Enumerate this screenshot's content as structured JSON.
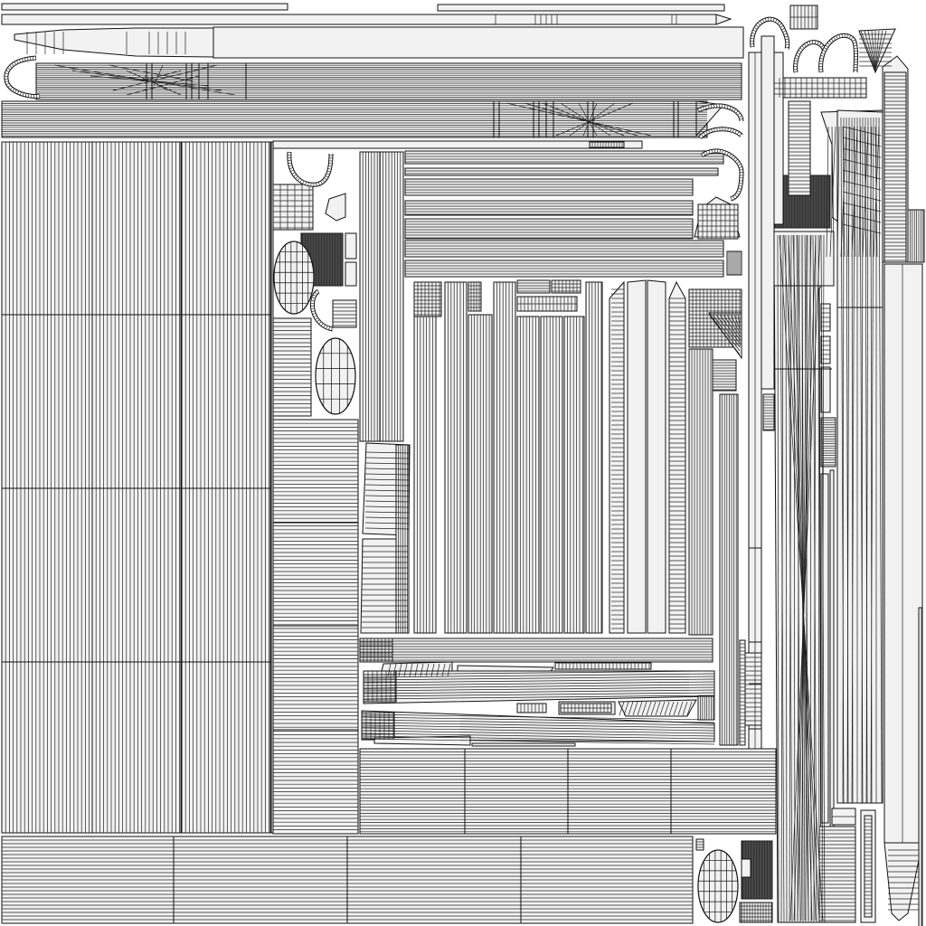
{
  "colors": {
    "background": "#ffffff",
    "island_fill": "#f2f2f2",
    "wire": "#111111",
    "dense_mesh": "#333333"
  },
  "elements": {
    "texture_sheet": "uv-layout-sheet",
    "islands": "uv-island",
    "wire_lines": "uv-wireframe-line",
    "dense_regions": "dense-mesh-region",
    "oval_patches": "oval-grid-patch",
    "curved_strips": "curved-strip"
  }
}
